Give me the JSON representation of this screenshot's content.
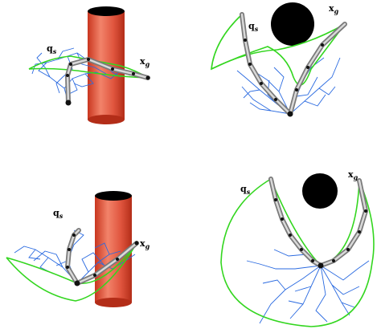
{
  "labels": {
    "start": "q",
    "start_sub": "s",
    "goal": "x",
    "goal_sub": "g"
  },
  "colors": {
    "obstacle_cylinder": "#e0553e",
    "obstacle_disc": "#000000",
    "tree": "#2a6ae0",
    "path": "#33d61f",
    "arm": "#7a7a7a"
  }
}
